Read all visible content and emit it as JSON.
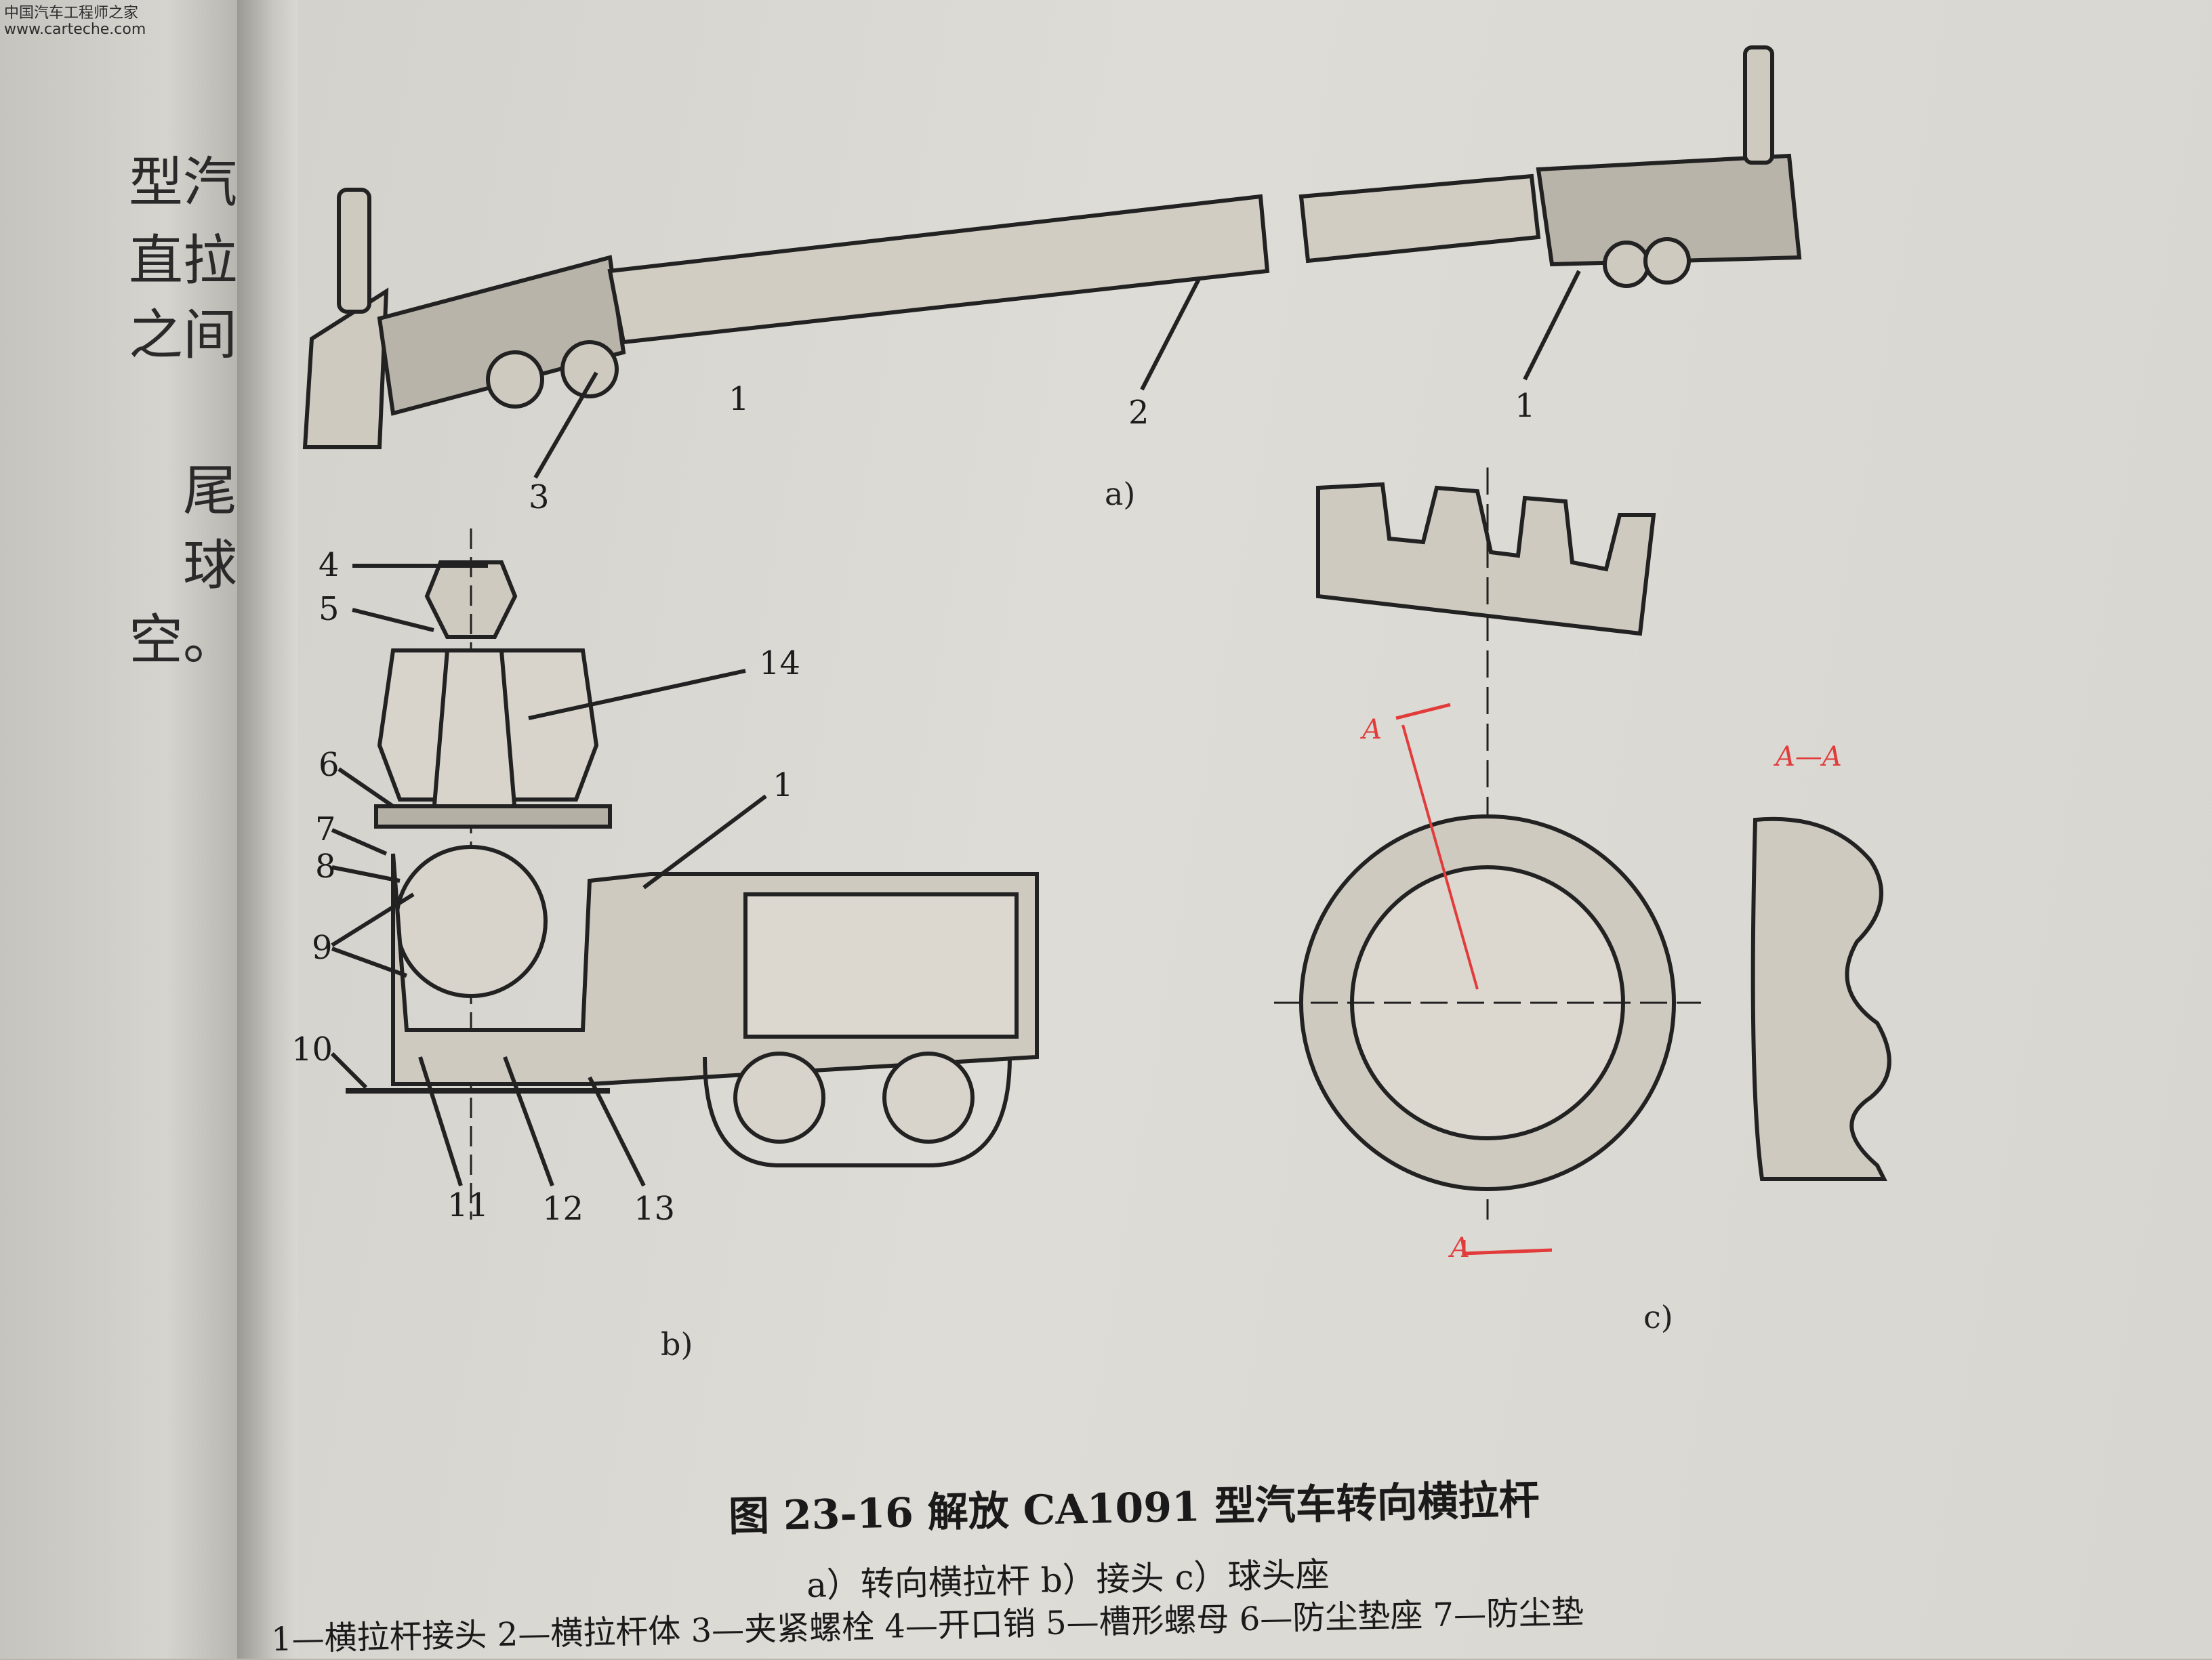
{
  "watermark": {
    "line1": "中国汽车工程师之家",
    "line2": "www.carteche.com"
  },
  "left_page": {
    "lines": [
      "型汽",
      "直拉",
      "之间",
      "尾",
      "球",
      "空。"
    ]
  },
  "figure": {
    "part_labels": [
      "1",
      "2",
      "3",
      "4",
      "5",
      "6",
      "7",
      "8",
      "9",
      "10",
      "11",
      "12",
      "13",
      "14"
    ],
    "sub_labels": {
      "a": "a)",
      "b": "b)",
      "c": "c)"
    },
    "section_labels": {
      "a_top": "A",
      "a_bottom": "A",
      "aa": "A—A"
    }
  },
  "caption": {
    "title": "图 23-16   解放 CA1091 型汽车转向横拉杆",
    "subtitle": "a）转向横拉杆   b）接头   c）球头座",
    "legend": "1—横拉杆接头   2—横拉杆体   3—夹紧螺栓   4—开口销   5—槽形螺母   6—防尘垫座   7—防尘垫"
  }
}
